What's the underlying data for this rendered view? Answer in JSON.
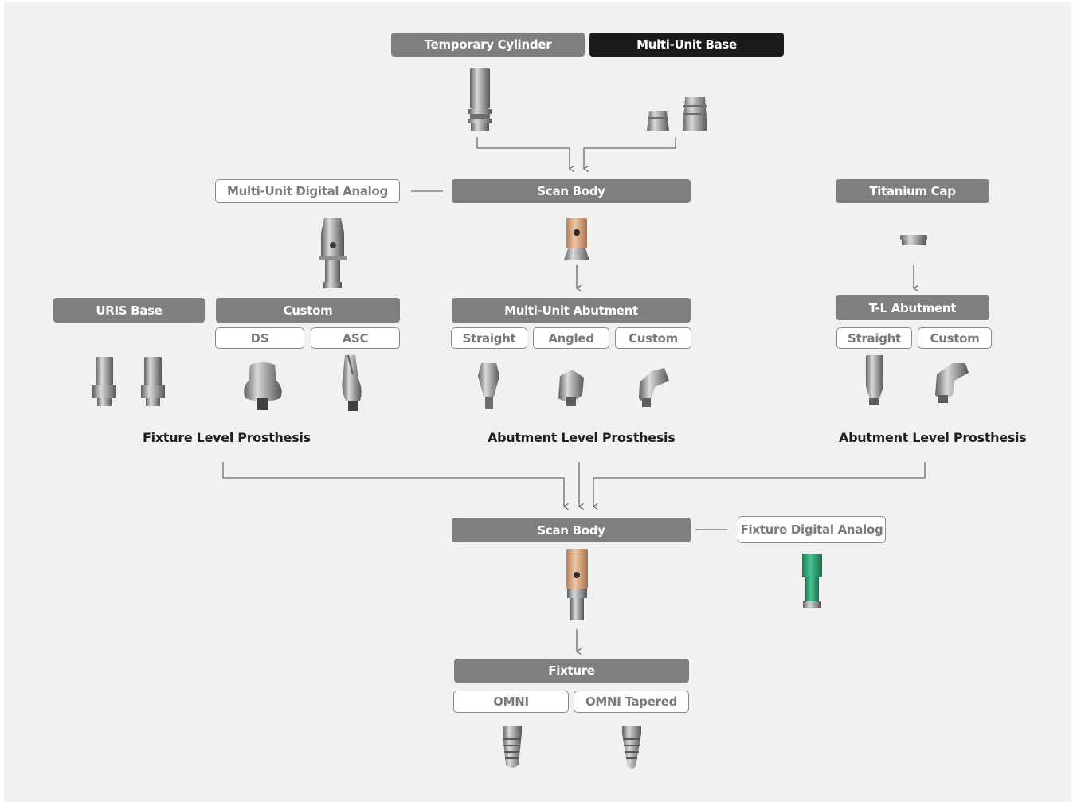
{
  "colors": {
    "box_dark": "#7e7f81",
    "box_black": "#1c1a1b",
    "box_outline": "#8a8b8d",
    "connector": "#6b6b6d",
    "titanium": "#9a9b9d",
    "scanbody_peach": "#d9a77f",
    "analog_green": "#2fa578",
    "background": "#f1f1f2"
  },
  "top": {
    "temporary_cylinder": "Temporary Cylinder",
    "multi_unit_base": "Multi-Unit Base"
  },
  "row2": {
    "multi_unit_digital_analog": "Multi-Unit Digital Analog",
    "scan_body": "Scan Body",
    "titanium_cap": "Titanium Cap"
  },
  "fixture_level": {
    "uris_base": "URIS Base",
    "custom": "Custom",
    "ds": "DS",
    "asc": "ASC",
    "caption": "Fixture Level Prosthesis"
  },
  "multi_unit_abutment": {
    "title": "Multi-Unit Abutment",
    "straight": "Straight",
    "angled": "Angled",
    "custom": "Custom",
    "caption": "Abutment Level Prosthesis"
  },
  "tl_abutment": {
    "title": "T-L Abutment",
    "straight": "Straight",
    "custom": "Custom",
    "caption": "Abutment Level Prosthesis"
  },
  "bottom": {
    "scan_body": "Scan Body",
    "fixture_digital_analog": "Fixture Digital Analog",
    "fixture": "Fixture",
    "omni": "OMNI",
    "omni_tapered": "OMNI Tapered"
  }
}
